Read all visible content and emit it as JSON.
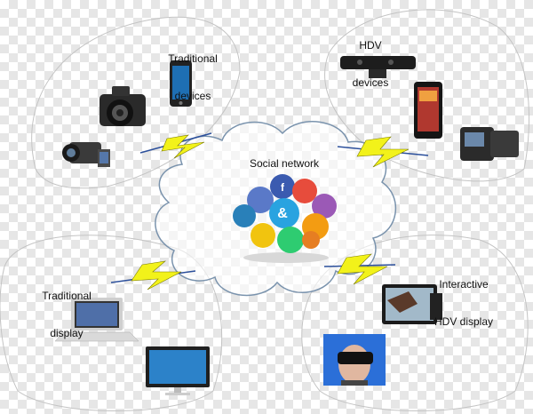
{
  "diagram": {
    "center": {
      "label": "Social network"
    },
    "groups": [
      {
        "id": "traditional-devices",
        "label_line1": "Traditional",
        "label_line2": "devices"
      },
      {
        "id": "hdv-devices",
        "label_line1": "HDV",
        "label_line2": "devices"
      },
      {
        "id": "traditional-display",
        "label_line1": "Traditional",
        "label_line2": "display"
      },
      {
        "id": "interactive-hdv-display",
        "label_line1": "Interactive",
        "label_line2": "HDV display"
      }
    ],
    "icons": [
      "camcorder-icon",
      "dslr-camera-icon",
      "smartphone-icon",
      "kinect-sensor-icon",
      "tablet-icon",
      "hdv-camera-icon",
      "laptop-icon",
      "monitor-icon",
      "3d-display-icon",
      "vr-headset-user-icon",
      "social-media-bubbles-icon",
      "lightning-link-icon"
    ],
    "colors": {
      "cloud_stroke": "#7a93ad",
      "lightning_fill": "#f2f21a",
      "link_line": "#2b4f9b",
      "group_outline": "#bdbdbd"
    }
  }
}
